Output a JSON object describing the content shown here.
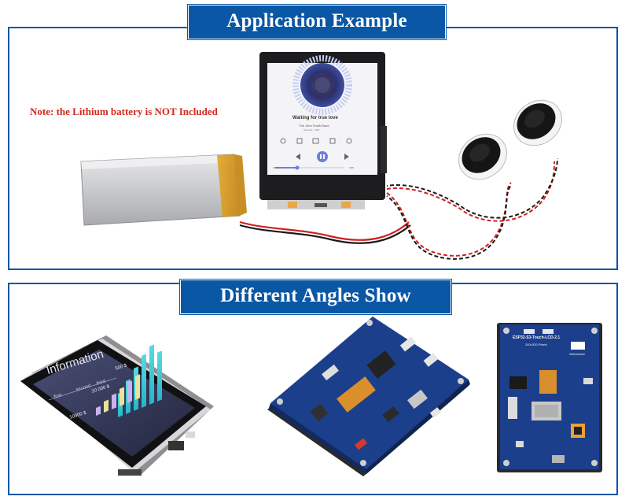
{
  "headers": {
    "top": "Application Example",
    "bottom": "Different Angles Show"
  },
  "note": "Note: the Lithium battery is NOT Included",
  "player": {
    "song_title": "Waiting for true love",
    "artist": "The John Smith Band",
    "album": "Acoustic · 1997",
    "time_elapsed": "0:01",
    "time_total": "0:06"
  },
  "info_screen": {
    "title": "Information",
    "tabs": [
      "first",
      "second",
      "third"
    ],
    "values": [
      "10000 $",
      "20 000 $",
      "500 $"
    ]
  },
  "board": {
    "model": "ESP32-S3-Touch-LCD-2.1",
    "resolution": "240×320 Pixels",
    "brand": "Waveshare"
  },
  "colors": {
    "brand_blue": "#0a57a5",
    "note_red": "#d4281c",
    "pcb_blue": "#1c3f8c"
  }
}
